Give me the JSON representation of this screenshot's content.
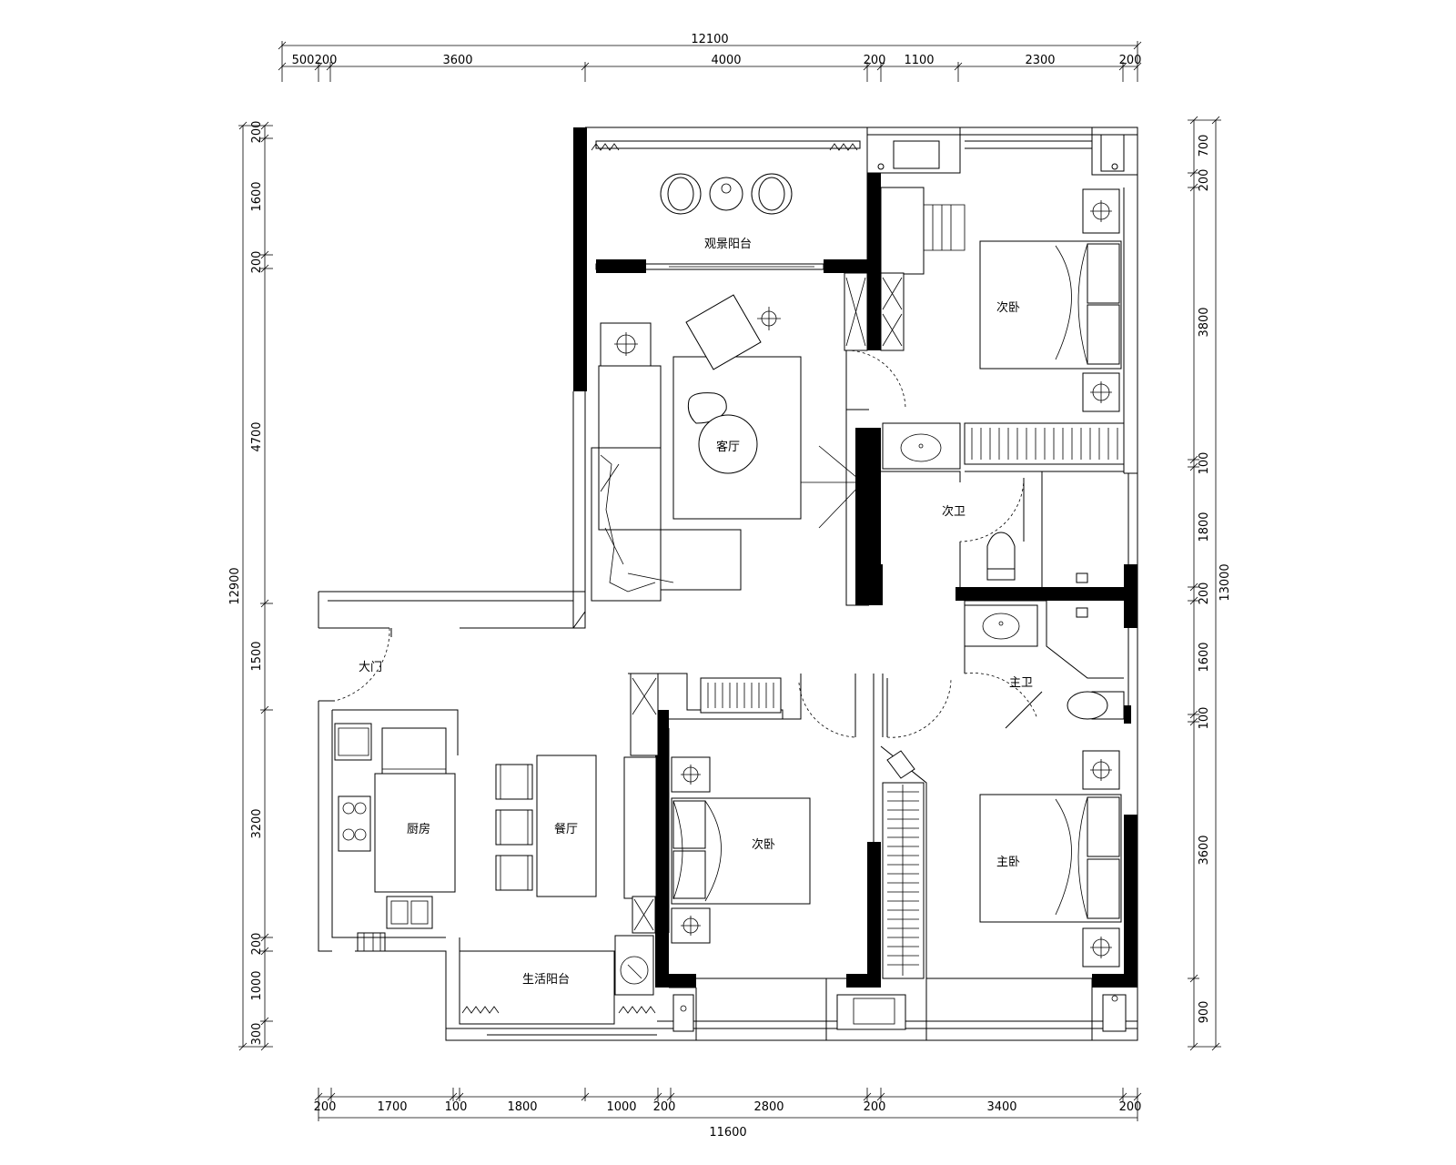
{
  "dimensions": {
    "top_total": "12100",
    "top_segments": [
      "500",
      "200",
      "3600",
      "4000",
      "200",
      "1100",
      "2300",
      "200"
    ],
    "bottom_total": "11600",
    "bottom_segments": [
      "200",
      "1700",
      "100",
      "1800",
      "1000",
      "200",
      "2800",
      "200",
      "3400",
      "200"
    ],
    "left_total": "12900",
    "left_segments": [
      "200",
      "1600",
      "200",
      "4700",
      "1500",
      "3200",
      "200",
      "1000",
      "300"
    ],
    "right_total": "13000",
    "right_segments": [
      "700",
      "200",
      "3800",
      "100",
      "1800",
      "200",
      "1600",
      "100",
      "3600",
      "900"
    ]
  },
  "rooms": {
    "view_balcony": "观景阳台",
    "living_room": "客厅",
    "second_bedroom_top": "次卧",
    "second_bath": "次卫",
    "master_bath": "主卫",
    "entrance": "大门",
    "kitchen": "厨房",
    "dining": "餐厅",
    "second_bedroom_bottom": "次卧",
    "master_bedroom": "主卧",
    "utility_balcony": "生活阳台"
  }
}
